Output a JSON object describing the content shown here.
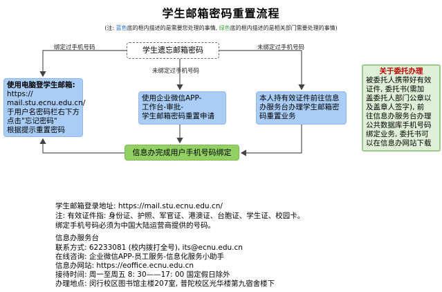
{
  "title": "学生邮箱密码重置流程",
  "note": {
    "prefix": "(注:",
    "blue_word": "蓝色",
    "blue_text": "底的框内描述的是需要您处理的事情,",
    "green_word": "绿色",
    "green_text": "底的框内描述的是相关部门需要处理的事情)"
  },
  "flow": {
    "start": "学生遗忘邮箱密码",
    "label_left": "绑定过手机号码",
    "label_mid": "未绑定过手机号码",
    "label_right": "未绑定过手机号码",
    "left_box": {
      "l1": "使用电脑登学生邮箱:",
      "l2": "https://",
      "l3": "mail.stu.ecnu.edu.cn/",
      "l4": "于用户名密码栏右下方",
      "l5": "点击\"忘记密码\"",
      "l6": "根据提示重置密码"
    },
    "mid_box": {
      "l1": "使用企业微信APP-",
      "l2": "工作台-审批-",
      "l3": "学生邮箱密码重置申请"
    },
    "right_box": {
      "l1": "本人持有效证件前往信息",
      "l2": "办服务台办理学生邮箱密",
      "l3": "码重置业务"
    },
    "green_box": "信息办完成用户手机号码绑定"
  },
  "side_note": {
    "title": "关于委托办理",
    "l1": "被委托人携带好有效",
    "l2": "证件, 委托书(需加",
    "l3": "盖委托人部门公章以",
    "l4": "及盖章人签字), 前",
    "l5": "往信息办服务台办理",
    "l6": "公共数据库手机号码",
    "l7": "绑定业务, 委托书可",
    "l8": "以在信息办网站下载"
  },
  "info": {
    "mail_url": "学生邮箱登录地址: https://mail.stu.ecnu.edu.cn/",
    "id_types": "注: 有效证件指: 身份证、护照、军官证、港澳证、台胞证、学生证、校园卡。",
    "phone_note": "绑定手机号码必须为中国大陆运营商提供的号码。",
    "desk_title": "信息办服务台",
    "contact": "联系方式: 62233081 (校内拨打全号), its@ecnu.edu.cn",
    "online": "在线咨询: 企业微信APP-员工服务-信息化服务小助手",
    "website": "信息办网站: https://eoffice.ecnu.edu.cn",
    "hours": "接待时间: 周一至周五 8: 30——17: 00 国定假日除外",
    "address": "办理地点: 闵行校区图书馆主楼207室, 普陀校区光华楼第九宿舍楼下"
  },
  "colors": {
    "blue_box": "#a9cdf6",
    "green_box": "#92cf64",
    "side_bg": "#dff0d8",
    "side_title": "#c00000"
  }
}
